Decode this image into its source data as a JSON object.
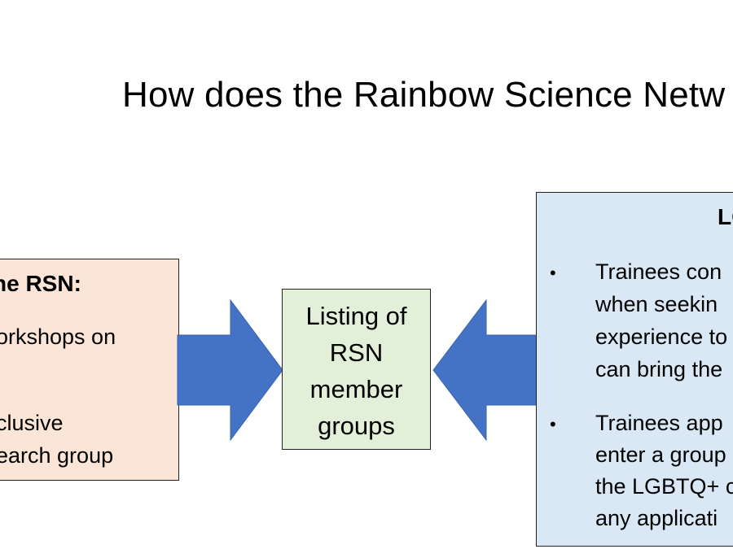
{
  "slide": {
    "title": "How does the Rainbow Science Netw",
    "left_panel": {
      "heading": "he RSN:",
      "lines": [
        "orkshops on",
        "clusive",
        "earch group"
      ]
    },
    "center_panel": {
      "lines": [
        "Listing of",
        "RSN",
        "member",
        "groups"
      ]
    },
    "right_panel": {
      "heading": "LG",
      "bullet_glyph": "•",
      "bullets": [
        {
          "lines": [
            "Trainees con",
            "when seekin",
            "experience to",
            "can bring the"
          ]
        },
        {
          "lines": [
            "Trainees app",
            "enter a group",
            "the LGBTQ+ c",
            "any applicati"
          ]
        }
      ]
    },
    "colors": {
      "left_fill": "#fbe5d6",
      "center_fill": "#e2f0d9",
      "right_fill": "#dae8f5",
      "arrow_fill": "#4472c4"
    }
  }
}
